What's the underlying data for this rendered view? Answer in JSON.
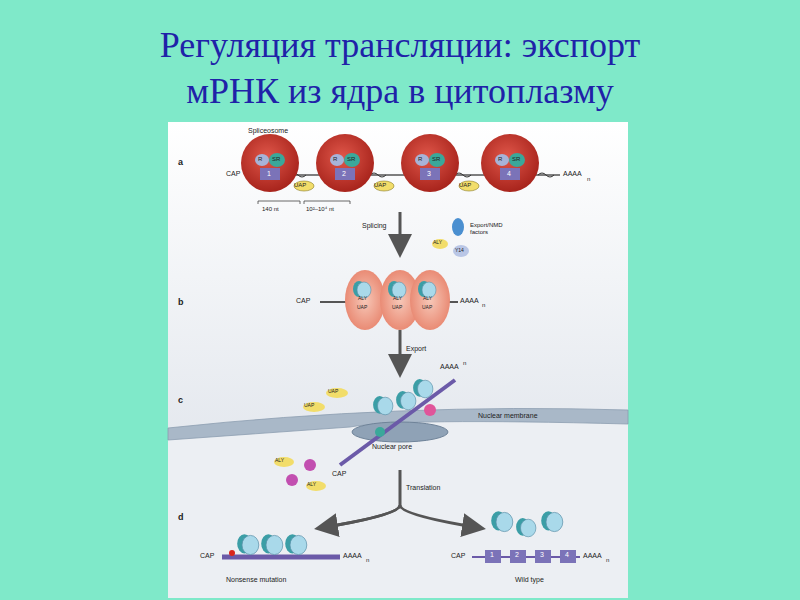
{
  "diagram": {
    "title": "Регуляция трансляции: экспорт мРНК из ядра в цитоплазму",
    "labels": [
      "Spliceosome",
      "a",
      "CAP",
      "R",
      "SR",
      "1",
      "UAP",
      "R",
      "SR",
      "2",
      "UAP",
      "R",
      "SR",
      "3",
      "UAP",
      "R",
      "SR",
      "4",
      "AAAA",
      "n",
      "140 nt",
      "10²–10⁴ nt",
      "Splicing",
      "Export/NMD factors",
      "ALY",
      "Y14",
      "b",
      "CAP",
      "ALY",
      "UAP",
      "ALY",
      "UAP",
      "ALY",
      "UAP",
      "AAAA",
      "n",
      "Export",
      "c",
      "UAP",
      "UAP",
      "AAAA",
      "n",
      "Nuclear pore",
      "Nuclear membrane",
      "ALY",
      "ALY",
      "CAP",
      "Translation",
      "d",
      "CAP",
      "AAAA",
      "n",
      "1",
      "2",
      "3",
      "4",
      "CAP",
      "AAAA",
      "n",
      "Nonsense mutation",
      "Wild type"
    ]
  }
}
